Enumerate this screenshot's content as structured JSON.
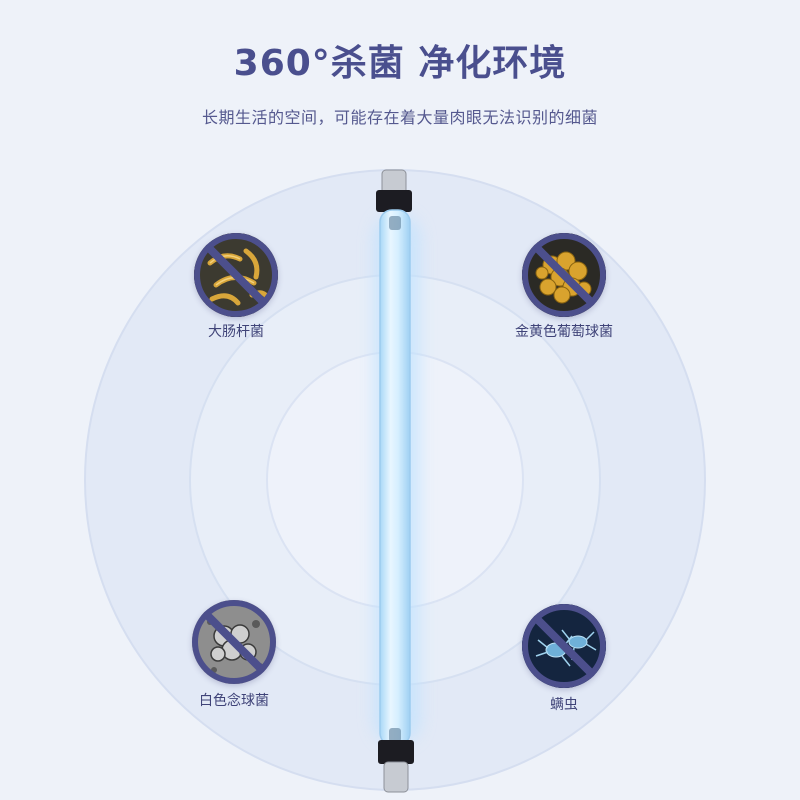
{
  "header": {
    "title": "360°杀菌 净化环境",
    "subtitle": "长期生活的空间，可能存在着大量肉眼无法识别的细菌"
  },
  "bacteria": [
    {
      "label": "大肠杆菌",
      "icon": "e-coli-icon"
    },
    {
      "label": "金黄色葡萄球菌",
      "icon": "staphylococcus-icon"
    },
    {
      "label": "白色念球菌",
      "icon": "candida-icon"
    },
    {
      "label": "螨虫",
      "icon": "mite-icon"
    }
  ],
  "colors": {
    "title": "#4a4f8e",
    "background": "#eef2f9",
    "badge": "#4c4f8c",
    "tube_glow": "#cfe8ff"
  }
}
